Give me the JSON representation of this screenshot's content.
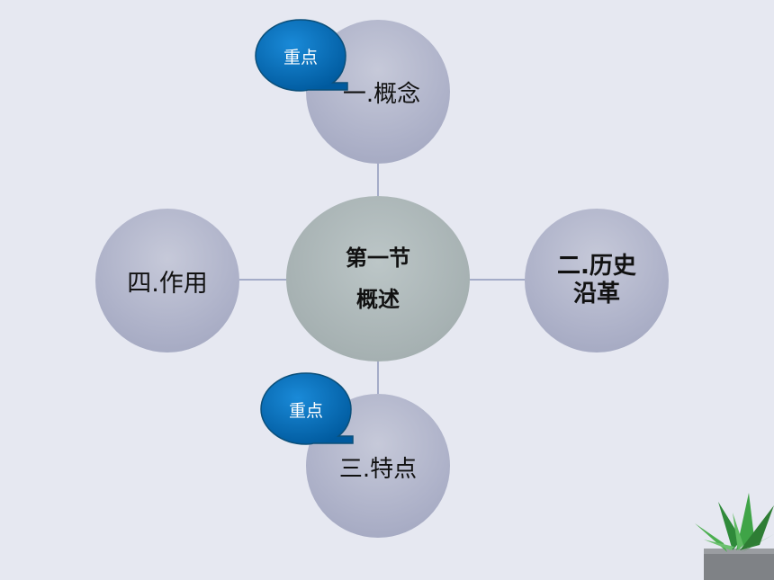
{
  "center": {
    "line1": "第一节",
    "line2": "概述"
  },
  "nodes": {
    "top": "一.概念",
    "right_line1": "二.历史",
    "right_line2": "沿革",
    "bottom": "三.特点",
    "left": "四.作用"
  },
  "callouts": {
    "top": "重点",
    "bottom": "重点"
  },
  "colors": {
    "background": "#e6e8f1",
    "callout_fill": "#0070c0",
    "connector": "#8e98bb"
  }
}
